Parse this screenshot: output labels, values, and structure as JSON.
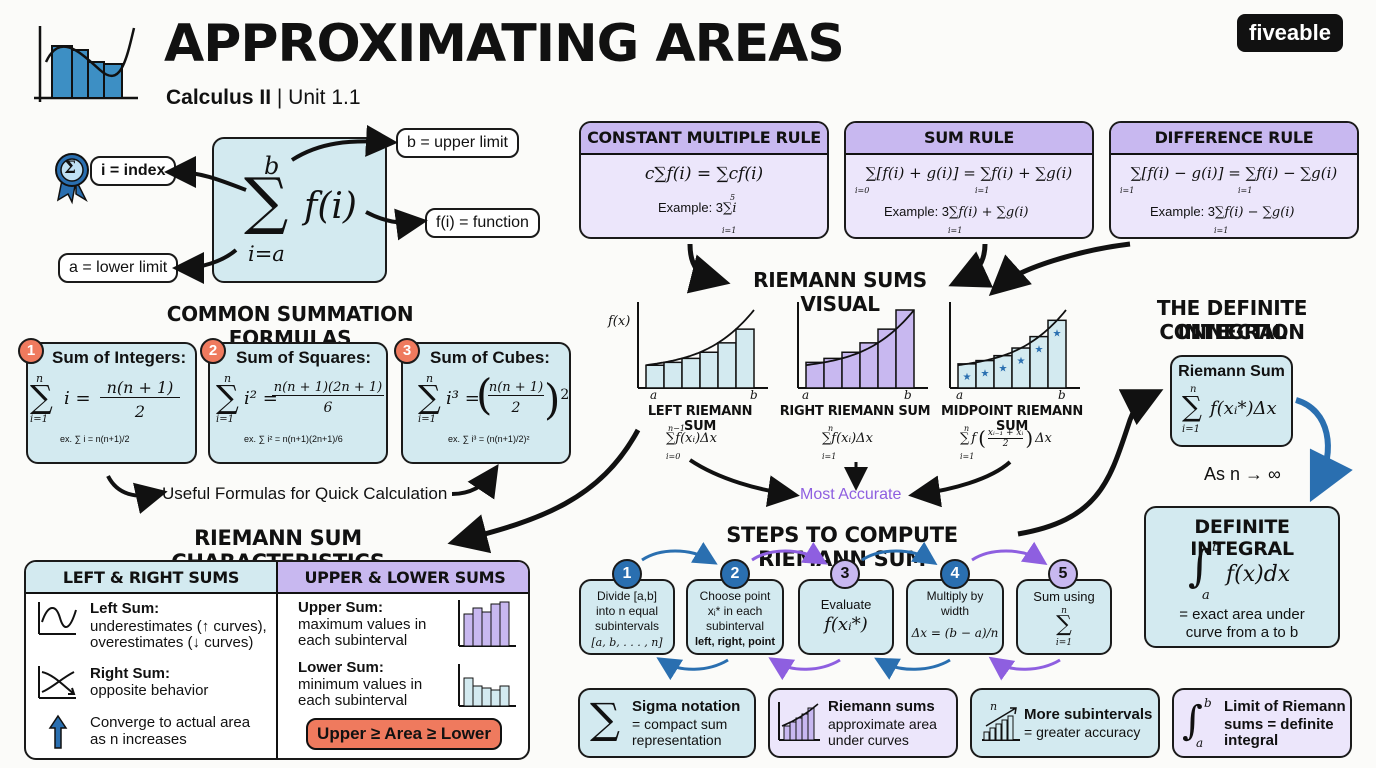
{
  "header": {
    "title": "APPROXIMATING AREAS",
    "course": "Calculus II",
    "unit": "Unit 1.1",
    "brand": "fiveable"
  },
  "sigma": {
    "upper_sym": "b",
    "lower_sym": "i=a",
    "func_sym": "f(i)",
    "label_index": "i = index",
    "label_upper": "b = upper limit",
    "label_function": "f(i) = function",
    "label_lower": "a = lower limit",
    "badge_sym": "Σ"
  },
  "rules": [
    {
      "title": "CONSTANT MULTIPLE RULE",
      "formula": "c∑f(i) = ∑cf(i)",
      "example_prefix": "Example: 3",
      "example_upper": "5",
      "example_body": "i",
      "example_lower": "i=1"
    },
    {
      "title": "SUM RULE",
      "formula": "∑[f(i) + g(i)] = ∑f(i) + ∑g(i)",
      "formula_lower1": "i=0",
      "formula_lower2": "i=1",
      "example_prefix": "Example: 3",
      "example_body": "f(i) + ∑g(i)",
      "example_lower": "i=1"
    },
    {
      "title": "DIFFERENCE RULE",
      "formula": "∑[f(i) − g(i)] = ∑f(i) − ∑g(i)",
      "formula_lower1": "i=1",
      "formula_lower2": "i=1",
      "example_prefix": "Example: 3",
      "example_body": "f(i) − ∑g(i)",
      "example_lower": "i=1"
    }
  ],
  "formulas": {
    "title": "COMMON SUMMATION FORMULAS",
    "items": [
      {
        "n": "1",
        "title": "Sum of Integers:",
        "lhs": "i",
        "rhs_num": "n(n + 1)",
        "rhs_den": "2",
        "ex": "ex. ∑ i = n(n+1)/2"
      },
      {
        "n": "2",
        "title": "Sum of Squares:",
        "lhs": "i²",
        "rhs_num": "n(n + 1)(2n + 1)",
        "rhs_den": "6",
        "ex": "ex. ∑ i² = n(n+1)(2n+1)/6"
      },
      {
        "n": "3",
        "title": "Sum of Cubes:",
        "lhs": "i³",
        "rhs_num": "n(n + 1)",
        "rhs_den": "2",
        "ex": "ex. ∑ i³ = (n(n+1)/2)²"
      }
    ],
    "sum_upper": "n",
    "sum_lower": "i=1",
    "caption": "Useful Formulas for Quick Calculation"
  },
  "riemann_visual": {
    "title": "RIEMANN SUMS VISUAL",
    "f_label": "f(x)",
    "a": "a",
    "b": "b",
    "left": {
      "label": "LEFT RIEMANN SUM",
      "upper": "n−1",
      "body": "f(xᵢ)Δx",
      "lower": "i=0"
    },
    "right": {
      "label": "RIGHT RIEMANN SUM",
      "upper": "n",
      "body": "f(xᵢ)Δx",
      "lower": "i=1"
    },
    "mid": {
      "label": "MIDPOINT RIEMANN SUM",
      "upper": "n",
      "body_pre": "f",
      "frac_num": "xᵢ₋₁ + xᵢ",
      "frac_den": "2",
      "body_post": "Δx",
      "lower": "i=1"
    },
    "most_accurate": "Most Accurate"
  },
  "definite": {
    "title_line1": "THE DEFINITE INTEGRAL",
    "title_line2": "CONNECTION",
    "riemann_label": "Riemann Sum",
    "riemann_upper": "n",
    "riemann_body": "f(xᵢ*)Δx",
    "riemann_lower": "i=1",
    "limit": "As n → ∞",
    "integral_title": "DEFINITE INTEGRAL",
    "integral_upper": "b",
    "integral_lower": "a",
    "integral_body": "f(x)dx",
    "integral_desc1": "= exact area under",
    "integral_desc2": "curve from a to b"
  },
  "characteristics": {
    "title": "RIEMANN SUM CHARACTERISTICS",
    "left_header": "LEFT & RIGHT SUMS",
    "right_header": "UPPER & LOWER SUMS",
    "left_sum_title": "Left Sum:",
    "left_sum_desc1": "underestimates (↑ curves),",
    "left_sum_desc2": "overestimates (↓ curves)",
    "right_sum_title": "Right Sum:",
    "right_sum_desc": "opposite behavior",
    "converge1": "Converge to actual area",
    "converge2": "as n increases",
    "upper_title": "Upper Sum:",
    "upper_desc1": "maximum values in",
    "upper_desc2": "each subinterval",
    "lower_title": "Lower Sum:",
    "lower_desc1": "minimum values in",
    "lower_desc2": "each subinterval",
    "inequality": "Upper ≥ Area ≥ Lower"
  },
  "steps": {
    "title": "STEPS TO COMPUTE RIEMANN SUM",
    "items": [
      {
        "n": "1",
        "l1": "Divide [a,b]",
        "l2": "into n equal",
        "l3": "subintervals",
        "math": "[a, b, . . . , n]"
      },
      {
        "n": "2",
        "l1": "Choose point",
        "l2": "xᵢ* in each",
        "l3": "subinterval",
        "bold": "left, right, point"
      },
      {
        "n": "3",
        "l1": "Evaluate",
        "math": "f(xᵢ*)"
      },
      {
        "n": "4",
        "l1": "Multiply by",
        "l2": "width",
        "math": "Δx = (b − a)/n"
      },
      {
        "n": "5",
        "l1": "Sum using",
        "upper": "n",
        "sym": "∑",
        "lower": "i=1"
      }
    ]
  },
  "summary": [
    {
      "title": "Sigma notation",
      "desc1": "= compact sum",
      "desc2": "representation",
      "icon": "sigma-icon"
    },
    {
      "title": "Riemann sums",
      "desc1": "approximate area",
      "desc2": "under curves",
      "icon": "bar-chart-icon"
    },
    {
      "title": "More subintervals",
      "desc1": "= greater accuracy",
      "icon": "growth-chart-icon",
      "icon_label": "n"
    },
    {
      "title": "Limit of Riemann",
      "desc1": "sums = definite",
      "desc2": "integral",
      "icon": "integral-icon",
      "upper": "b",
      "lower": "a"
    }
  ],
  "colors": {
    "teal": "#d3eaf0",
    "lilac": "#ece6fb",
    "accent_lilac": "#c8b8f0",
    "coral": "#ef7a5e",
    "blue": "#2a6fb0",
    "purple": "#8e5fe0"
  }
}
